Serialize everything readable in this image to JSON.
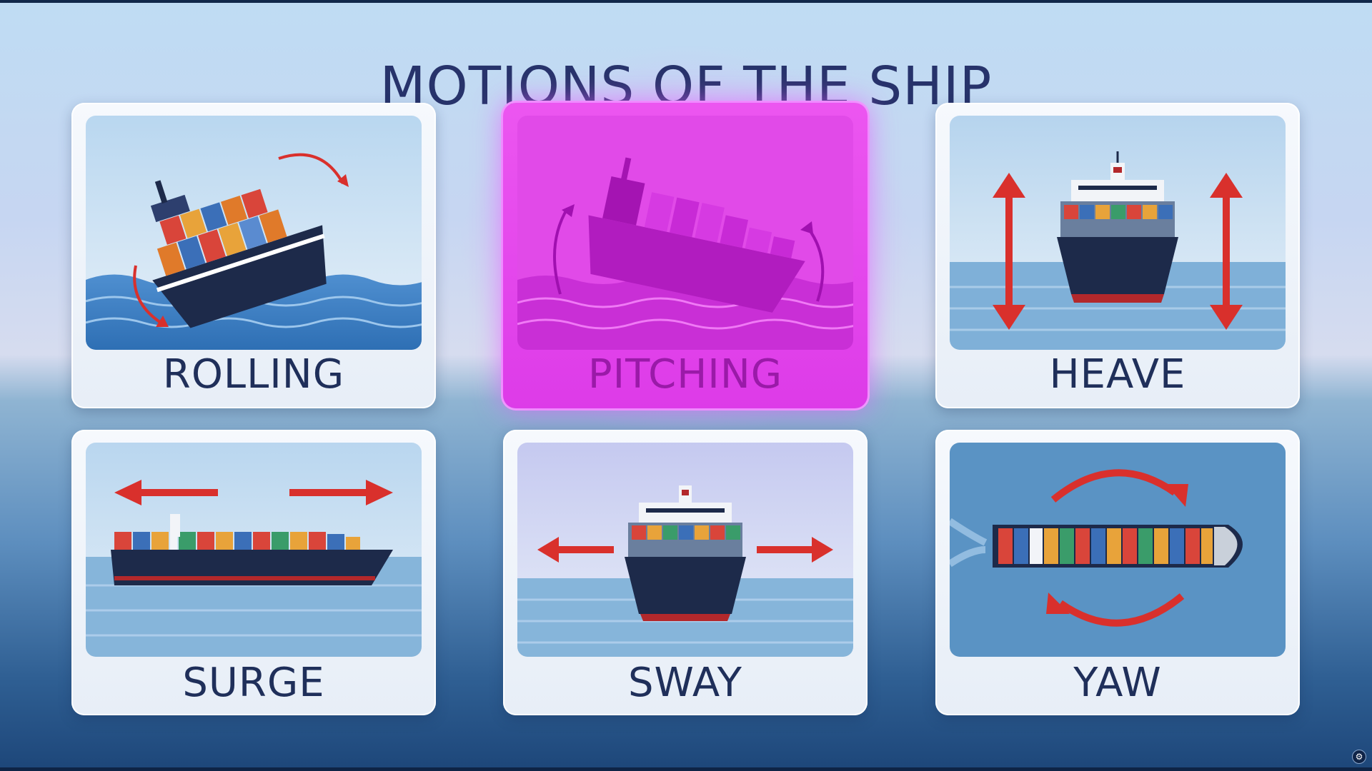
{
  "title": "MOTIONS OF THE SHIP",
  "cards": [
    {
      "label": "ROLLING",
      "icon": "ship-rolling-icon"
    },
    {
      "label": "PITCHING",
      "icon": "ship-pitching-icon",
      "selected": true
    },
    {
      "label": "HEAVE",
      "icon": "ship-heave-icon"
    },
    {
      "label": "SURGE",
      "icon": "ship-surge-icon"
    },
    {
      "label": "SWAY",
      "icon": "ship-sway-icon"
    },
    {
      "label": "YAW",
      "icon": "ship-yaw-icon"
    }
  ],
  "colors": {
    "title": "#27336b",
    "label": "#1f2f5a",
    "selected": "#e44cec",
    "arrow": "#d9302c",
    "hull": "#1d2a4a"
  },
  "corner_icon": "settings-icon"
}
